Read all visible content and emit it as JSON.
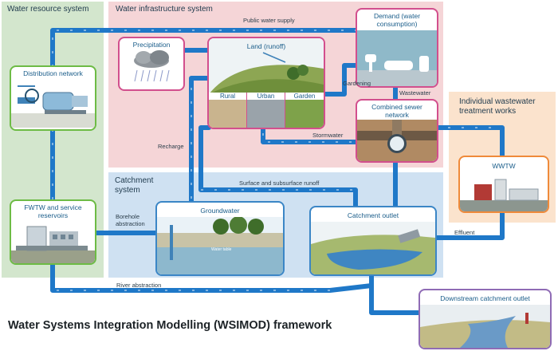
{
  "regions": {
    "water_resource": "Water resource system",
    "infrastructure": "Water infrastructure system",
    "catchment": "Catchment system",
    "individual_wwtw": "Individual wastewater treatment works"
  },
  "nodes": {
    "distribution_network": "Distribution network",
    "fwtw": "FWTW and service reservoirs",
    "precipitation": "Precipitation",
    "land": "Land (runoff)",
    "land_rural": "Rural",
    "land_urban": "Urban",
    "land_garden": "Garden",
    "demand": "Demand (water consumption)",
    "combined_sewer": "Combined sewer network",
    "wwtw": "WWTW",
    "groundwater": "Groundwater",
    "water_table": "Water table",
    "catchment_outlet": "Catchment outlet",
    "downstream_outlet": "Downstream catchment outlet"
  },
  "flows": {
    "public_water_supply": "Public water supply",
    "gardening": "Gardening",
    "wastewater": "Wastewater",
    "stormwater": "Stormwater",
    "recharge": "Recharge",
    "surface_runoff": "Surface and subsurface runoff",
    "borehole": "Borehole abstraction",
    "effluent": "Effluent",
    "river_abstraction": "River abstraction"
  },
  "footer_title": "Water Systems Integration Modelling (WSIMOD) framework",
  "colors": {
    "water_resource_bg": "#d3e6cd",
    "infrastructure_bg": "#f5d5d7",
    "catchment_bg": "#cfe1f2",
    "wwtw_bg": "#fbe3cd",
    "pipe": "#1f78c8",
    "green_border": "#6dbb45",
    "pink_border": "#d24f8d",
    "blue_border": "#3b86c6",
    "orange_border": "#ef8a3a",
    "purple_border": "#8f6bb5"
  }
}
